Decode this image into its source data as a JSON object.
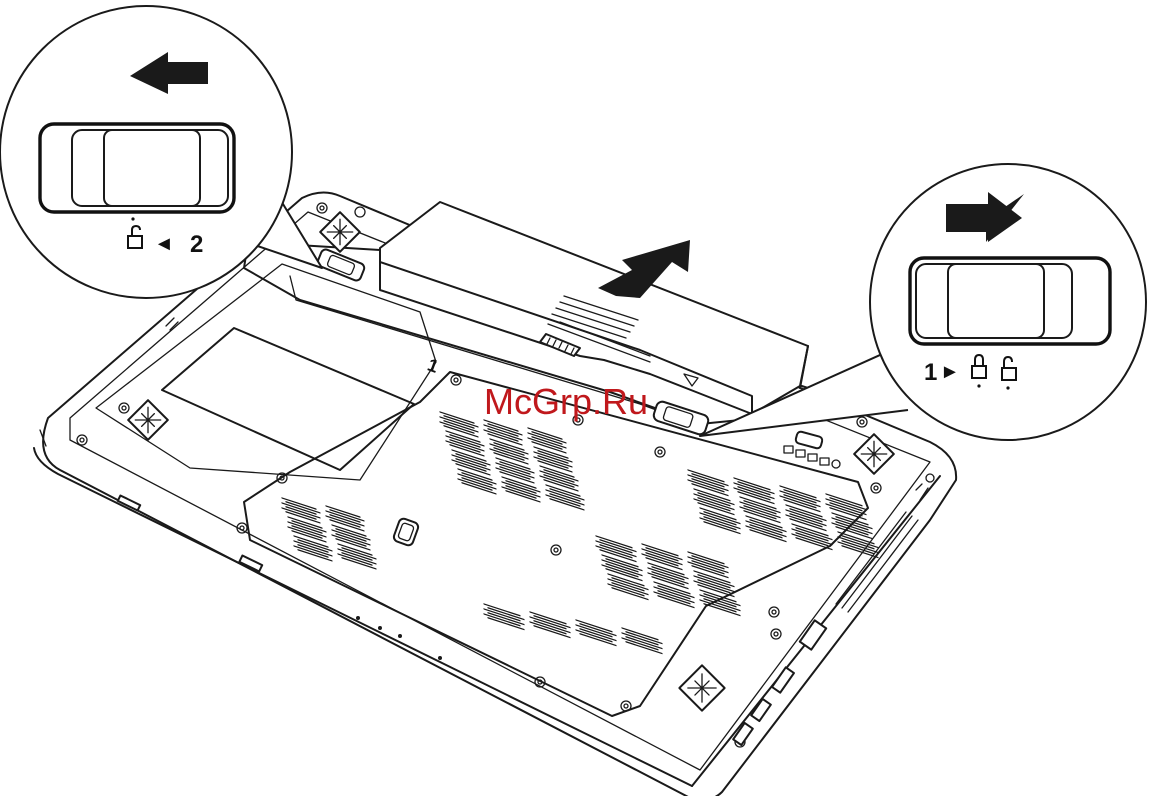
{
  "callout_left": {
    "arrow_direction": "left",
    "switch_state": "unlocked",
    "icon": "unlock-icon",
    "marker_glyph": "◄",
    "step_number": "2"
  },
  "callout_right": {
    "arrow_direction": "right",
    "switch_state": "locked",
    "step_number": "1",
    "marker_glyph": "►",
    "icons": [
      "lock-icon",
      "unlock-icon"
    ]
  },
  "laptop": {
    "panel_label": "1"
  },
  "watermark": {
    "text": "McGrp.Ru",
    "color": "#c0181c"
  },
  "colors": {
    "line": "#1a1a1a",
    "background": "#ffffff"
  }
}
